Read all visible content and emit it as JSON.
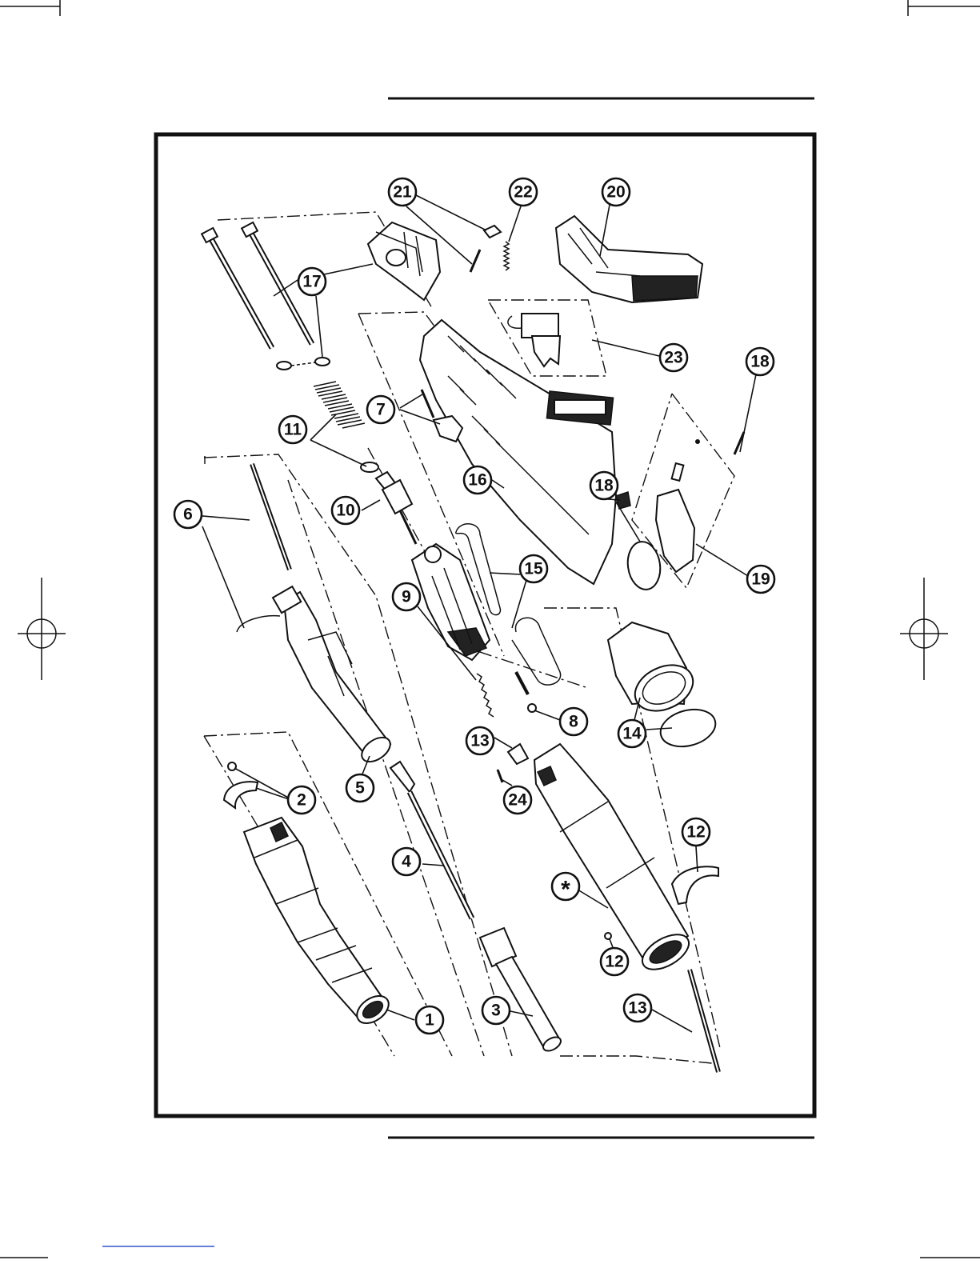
{
  "diagram": {
    "callouts": [
      {
        "id": "c21",
        "label": "21"
      },
      {
        "id": "c22",
        "label": "22"
      },
      {
        "id": "c20",
        "label": "20"
      },
      {
        "id": "c17",
        "label": "17"
      },
      {
        "id": "c23",
        "label": "23"
      },
      {
        "id": "c18a",
        "label": "18"
      },
      {
        "id": "c7",
        "label": "7"
      },
      {
        "id": "c11",
        "label": "11"
      },
      {
        "id": "c16",
        "label": "16"
      },
      {
        "id": "c18b",
        "label": "18"
      },
      {
        "id": "c6",
        "label": "6"
      },
      {
        "id": "c10",
        "label": "10"
      },
      {
        "id": "c15",
        "label": "15"
      },
      {
        "id": "c19",
        "label": "19"
      },
      {
        "id": "c9",
        "label": "9"
      },
      {
        "id": "c8",
        "label": "8"
      },
      {
        "id": "c14",
        "label": "14"
      },
      {
        "id": "c13a",
        "label": "13"
      },
      {
        "id": "c2",
        "label": "2"
      },
      {
        "id": "c5",
        "label": "5"
      },
      {
        "id": "c24",
        "label": "24"
      },
      {
        "id": "c12a",
        "label": "12"
      },
      {
        "id": "c4",
        "label": "4"
      },
      {
        "id": "c_star",
        "label": "*"
      },
      {
        "id": "c12b",
        "label": "12"
      },
      {
        "id": "c1",
        "label": "1"
      },
      {
        "id": "c3",
        "label": "3"
      },
      {
        "id": "c13b",
        "label": "13"
      }
    ]
  }
}
